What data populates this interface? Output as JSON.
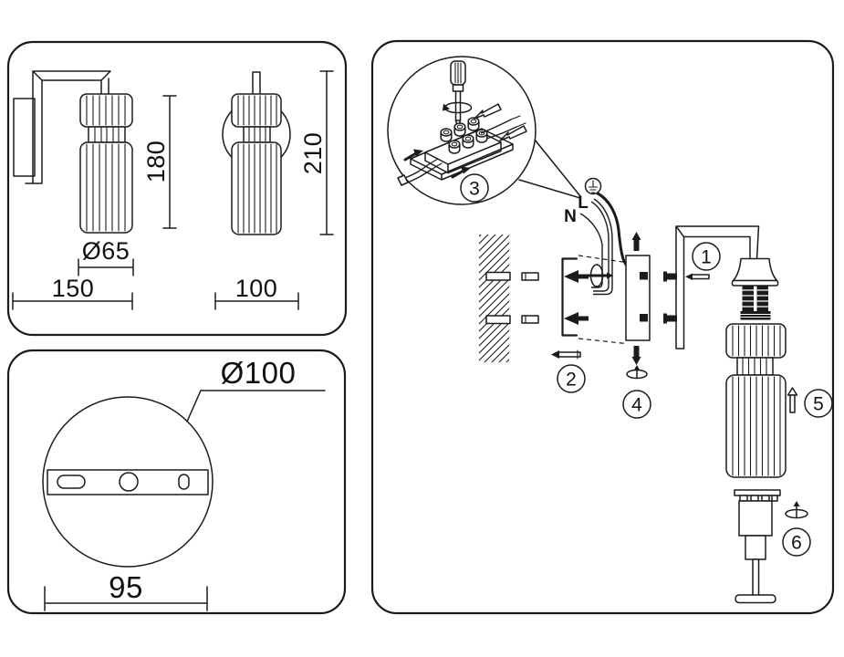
{
  "colors": {
    "ink": "#1b1b1b",
    "paper": "#ffffff"
  },
  "dimensions_panel": {
    "side_view": {
      "height": "180",
      "shade_diameter": "Ø65",
      "width": "150"
    },
    "front_view": {
      "height": "210",
      "width": "100"
    }
  },
  "plate_panel": {
    "plate_diameter": "Ø100",
    "holes_span": "95"
  },
  "install_panel": {
    "wire_line_label": "L",
    "wire_neutral_label": "N",
    "steps": {
      "s1": "1",
      "s2": "2",
      "s3": "3",
      "s4": "4",
      "s5": "5",
      "s6": "6"
    }
  }
}
